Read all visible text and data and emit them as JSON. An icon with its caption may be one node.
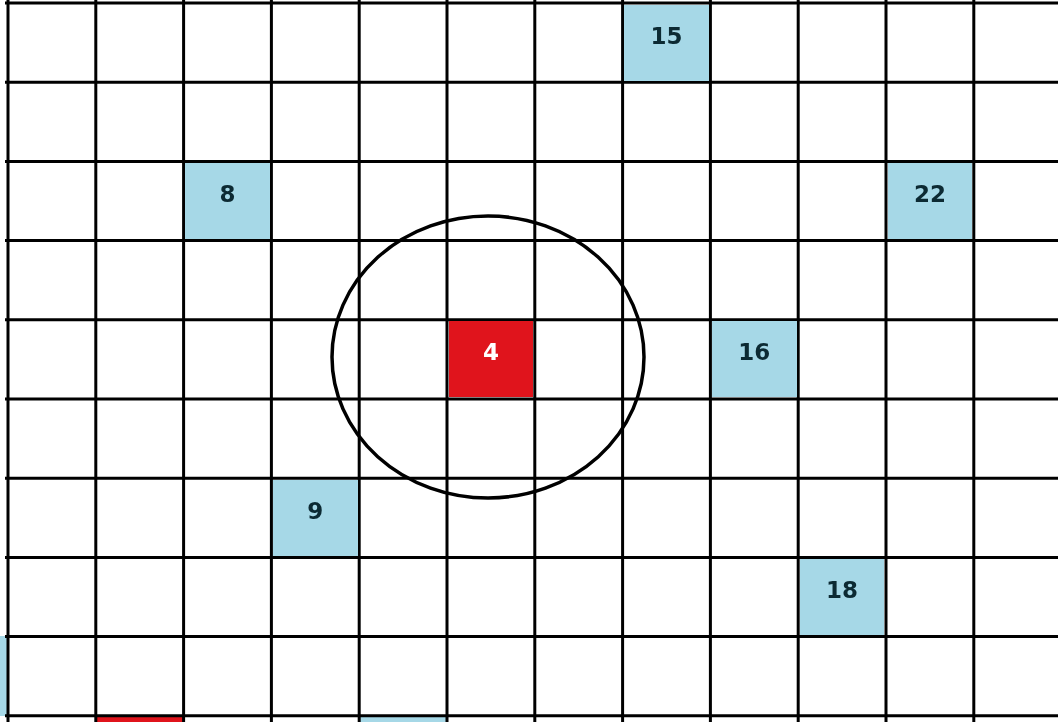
{
  "diagram": {
    "nodes": [
      {
        "text": [
          "15"
        ]
      },
      {
        "text": [
          "8"
        ]
      },
      {
        "text": [
          "22"
        ]
      },
      {
        "text": [
          "4"
        ]
      },
      {
        "text": [
          "16"
        ]
      },
      {
        "text": [
          "9"
        ]
      },
      {
        "text": [
          "18"
        ]
      }
    ]
  }
}
